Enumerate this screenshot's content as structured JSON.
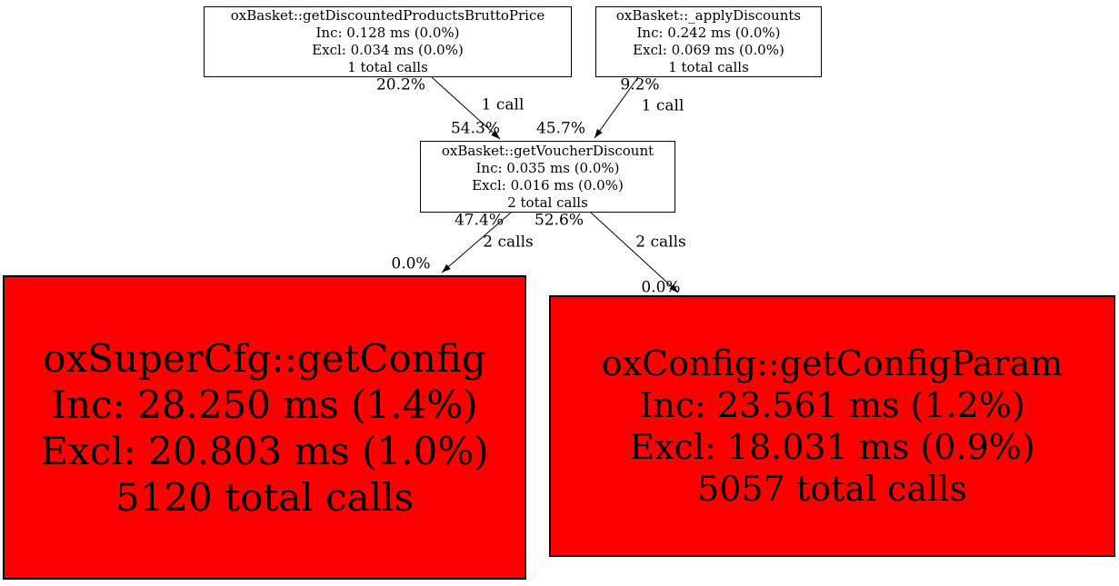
{
  "diagram": {
    "type": "call-graph",
    "background_color": "#ffffff",
    "node_border_color": "#000000",
    "hot_node_fill": "#ff0000",
    "plain_node_fill": "#ffffff",
    "nodes": [
      {
        "id": "oxBasket_getDiscountedProductsBruttoPrice",
        "name": "oxBasket::getDiscountedProductsBruttoPrice",
        "inc": "Inc: 0.128 ms (0.0%)",
        "excl": "Excl: 0.034 ms (0.0%)",
        "calls": "1 total calls",
        "fill": "#ffffff"
      },
      {
        "id": "oxBasket_applyDiscounts",
        "name": "oxBasket::_applyDiscounts",
        "inc": "Inc: 0.242 ms (0.0%)",
        "excl": "Excl: 0.069 ms (0.0%)",
        "calls": "1 total calls",
        "fill": "#ffffff"
      },
      {
        "id": "oxBasket_getVoucherDiscount",
        "name": "oxBasket::getVoucherDiscount",
        "inc": "Inc: 0.035 ms (0.0%)",
        "excl": "Excl: 0.016 ms (0.0%)",
        "calls": "2 total calls",
        "fill": "#ffffff"
      },
      {
        "id": "oxSuperCfg_getConfig",
        "name": "oxSuperCfg::getConfig",
        "inc": "Inc: 28.250 ms (1.4%)",
        "excl": "Excl: 20.803 ms (1.0%)",
        "calls": "5120 total calls",
        "fill": "#ff0000"
      },
      {
        "id": "oxConfig_getConfigParam",
        "name": "oxConfig::getConfigParam",
        "inc": "Inc: 23.561 ms (1.2%)",
        "excl": "Excl: 18.031 ms (0.9%)",
        "calls": "5057 total calls",
        "fill": "#ff0000"
      }
    ],
    "edges": [
      {
        "from": "oxBasket_getDiscountedProductsBruttoPrice",
        "to": "oxBasket_getVoucherDiscount",
        "source_percent": "20.2%",
        "call_count": "1 call",
        "target_percent": "54.3%"
      },
      {
        "from": "oxBasket_applyDiscounts",
        "to": "oxBasket_getVoucherDiscount",
        "source_percent": "9.2%",
        "call_count": "1 call",
        "target_percent": "45.7%"
      },
      {
        "from": "oxBasket_getVoucherDiscount",
        "to": "oxSuperCfg_getConfig",
        "source_percent": "47.4%",
        "call_count": "2 calls",
        "target_percent": "0.0%"
      },
      {
        "from": "oxBasket_getVoucherDiscount",
        "to": "oxConfig_getConfigParam",
        "source_percent": "52.6%",
        "call_count": "2 calls",
        "target_percent": "0.0%"
      }
    ]
  }
}
